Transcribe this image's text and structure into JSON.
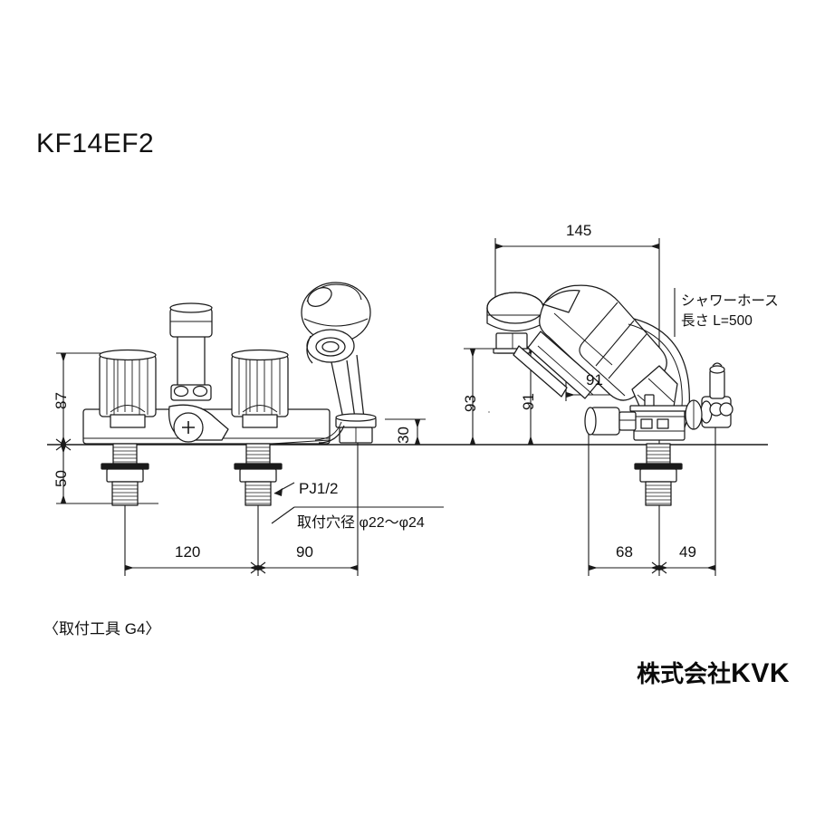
{
  "sheet": {
    "model_title": "KF14EF2",
    "tool_note": "〈取付工具 G4〉",
    "brand_prefix": "株式会社",
    "brand_name": "KVK"
  },
  "notes": {
    "shower_hose_line1": "シャワーホース",
    "shower_hose_line2": "長さ L=500",
    "thread_spec": "PJ1/2",
    "mounting_hole": "取付穴径 φ22〜φ24"
  },
  "dimensions": {
    "front_height_above_deck": "87",
    "front_depth_below_deck": "50",
    "front_span_handles": "120",
    "front_span_spout": "90",
    "spout_outlet_height": "30",
    "side_overall_reach": "145",
    "side_height_spout": "93",
    "side_height_shower": "91",
    "side_horizontal_91": "91",
    "side_base_68": "68",
    "side_base_49": "49"
  },
  "colors": {
    "line": "#1a1a1a",
    "background": "#ffffff",
    "dimension": "#222222"
  }
}
